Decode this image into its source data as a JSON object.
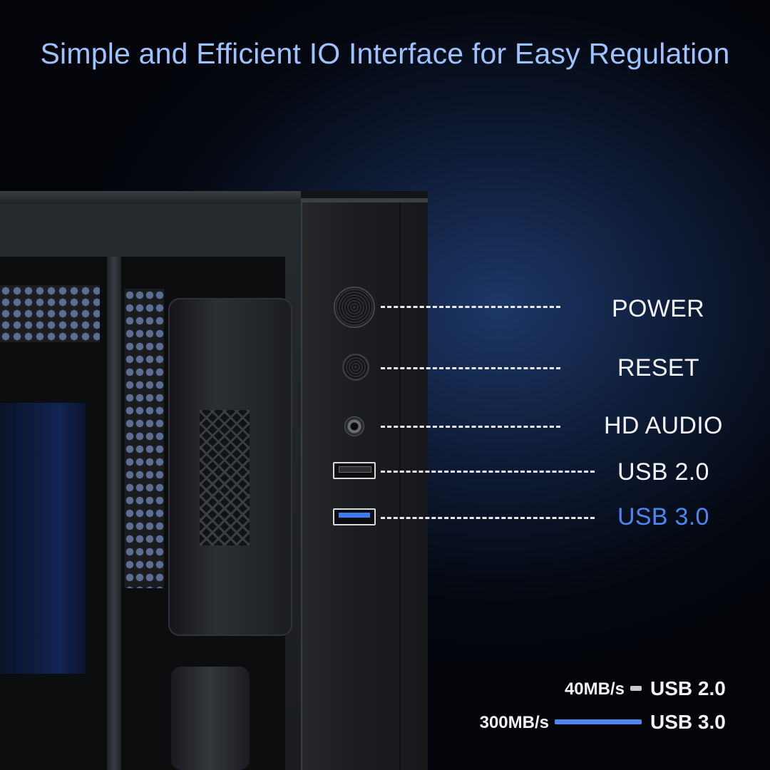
{
  "headline": "Simple and Efficient IO Interface for Easy Regulation",
  "io_ports": [
    {
      "label": "POWER"
    },
    {
      "label": "RESET"
    },
    {
      "label": "HD AUDIO"
    },
    {
      "label": "USB 2.0"
    },
    {
      "label": "USB 3.0",
      "color": "#4d86ee"
    }
  ],
  "speed_comparison": [
    {
      "speed": "40MB/s",
      "name": "USB 2.0",
      "bar_color": "#c8cacd",
      "speed_mbps": 40
    },
    {
      "speed": "300MB/s",
      "name": "USB 3.0",
      "bar_color": "#4d86ee",
      "speed_mbps": 300
    }
  ],
  "colors": {
    "headline": "#9ec2ff",
    "accent": "#4d86ee",
    "background": "#04070f"
  }
}
